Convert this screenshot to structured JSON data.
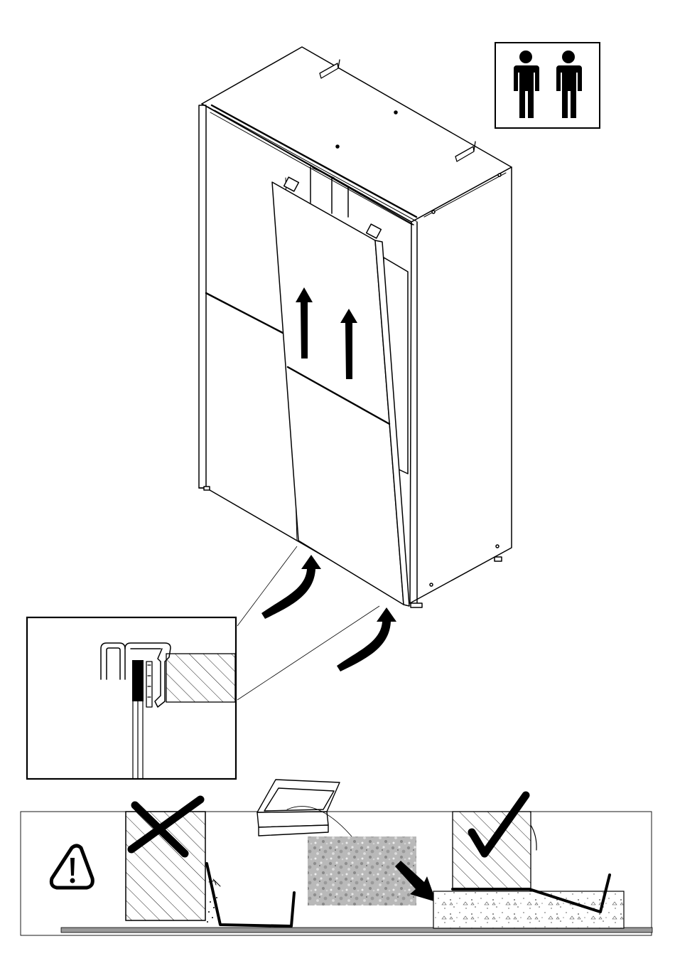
{
  "figure": {
    "people_icon": {
      "name": "two-person-assembly-icon",
      "count": 2
    },
    "lift_arrows": {
      "name": "arrow-up-icon",
      "count": 2
    },
    "detail_zoom": {
      "name": "track-profile-detail"
    },
    "warning_panel": {
      "warning_icon": "warning-triangle-icon",
      "wrong_mark": "cross-icon",
      "right_mark": "checkmark-icon",
      "guide_box": "installation-guide-box",
      "grit_swatch": "grit-texture"
    }
  }
}
